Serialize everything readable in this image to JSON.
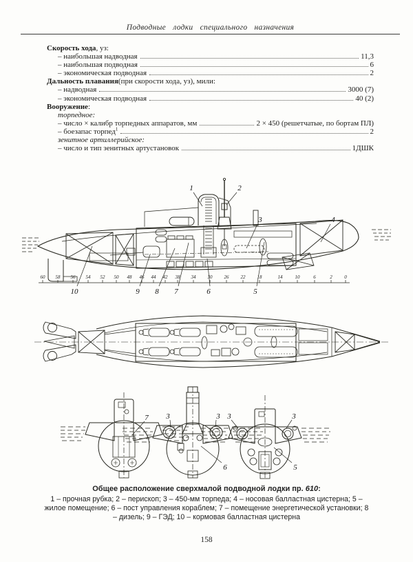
{
  "header": {
    "title": "Подводные лодки специального назначения"
  },
  "specs": {
    "speed": {
      "heading_bold": "Скорость хода",
      "heading_rest": ", уз:",
      "items": [
        {
          "label": "– наибольшая надводная",
          "value": "11,3"
        },
        {
          "label": "– наибольшая подводная",
          "value": "6"
        },
        {
          "label": "– экономическая подводная",
          "value": "2"
        }
      ]
    },
    "range": {
      "heading_bold": "Дальность плавания",
      "heading_rest": " (при скорости хода, уз), мили:",
      "items": [
        {
          "label": "– надводная",
          "value": "3000 (7)"
        },
        {
          "label": "– экономическая подводная",
          "value": "40 (2)"
        }
      ]
    },
    "armament": {
      "heading_bold": "Вооружение",
      "heading_rest": ":",
      "torpedo_subheading": "торпедное:",
      "torpedo_items": [
        {
          "label": "– число × калибр торпедных аппаратов, мм",
          "value": "2 × 450 (решетчатые, по бортам ПЛ)"
        },
        {
          "label": "– боезапас торпед",
          "footnote": "1",
          "value": "2"
        }
      ],
      "aa_subheading": "зенитное артиллерийское:",
      "aa_items": [
        {
          "label": "– число и тип зенитных артустановок",
          "value": "1ДШК"
        }
      ]
    }
  },
  "figure": {
    "side_view": {
      "callouts": {
        "c1": "1",
        "c2": "2",
        "c3": "3",
        "c4": "4",
        "c5": "5",
        "c6": "6",
        "c7": "7",
        "c8": "8",
        "c9": "9",
        "c10": "10"
      },
      "frame_scale": [
        "60",
        "58",
        "56",
        "54",
        "52",
        "50",
        "48",
        "46",
        "44",
        "42",
        "38",
        "34",
        "30",
        "26",
        "22",
        "18",
        "14",
        "10",
        "6",
        "2",
        "0"
      ]
    },
    "cross_sections": {
      "left": {
        "c7": "7"
      },
      "middle": {
        "c3_left": "3",
        "c3_right": "3",
        "c6": "6"
      },
      "right": {
        "c3_left": "3",
        "c3_right": "3",
        "c5": "5"
      }
    },
    "caption": {
      "prefix": "Общее расположение сверхмалой подводной лодки пр. ",
      "project": "610",
      "suffix": ":"
    },
    "legend": "1 – прочная рубка; 2 – перископ; 3 – 450-мм торпеда; 4 – носовая балластная цистерна; 5 – жилое помещение; 6 – пост управления кораблем; 7 – помещение энергетической установки; 8 – дизель; 9 – ГЭД; 10 – кормовая балластная цистерна"
  },
  "footer": {
    "page_number": "158"
  }
}
